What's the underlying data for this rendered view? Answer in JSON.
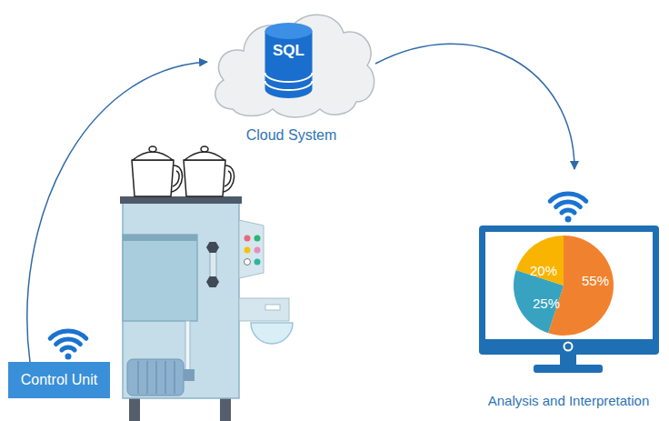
{
  "diagram": {
    "nodes": [
      {
        "text": [
          "Cloud System"
        ]
      },
      {
        "text": [
          "SQL"
        ],
        "in": 0
      },
      {
        "text": [
          "Analysis and Interpretation"
        ]
      },
      {
        "text": [
          "Control Unit"
        ]
      }
    ],
    "edges": [
      {
        "from": 3,
        "to": 0,
        "arrow": "to"
      },
      {
        "from": 0,
        "to": 2,
        "arrow": "to"
      }
    ],
    "labels": [
      "20%",
      "25%",
      "55%"
    ]
  }
}
